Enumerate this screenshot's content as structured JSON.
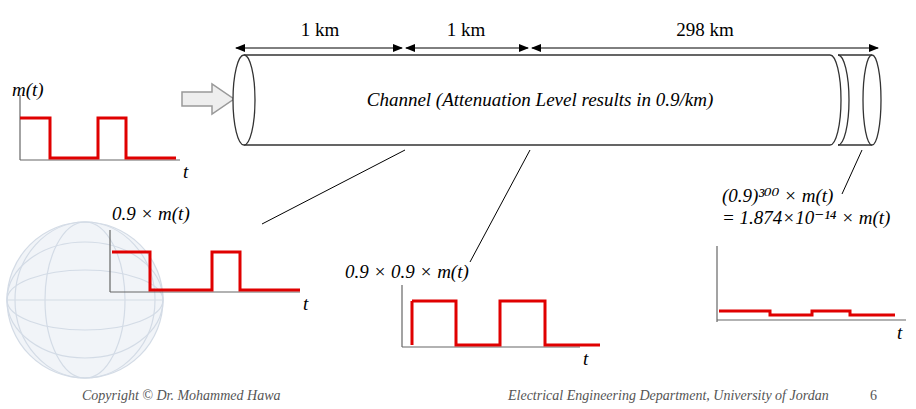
{
  "diagram": {
    "nodes": [
      {
        "text": [
          "Channel (Attenuation Level results in 0.9/km)"
        ]
      }
    ],
    "labels": [
      "m(t)",
      "t",
      "1 km",
      "1 km",
      "298 km",
      "0.9 × m(t)",
      "t",
      "0.9 × 0.9 × m(t)",
      "t",
      "(0.9)³⁰⁰ × m(t)",
      "= 1.874×10⁻¹⁴ × m(t)",
      "t",
      "Copyright © Dr. Mohammed Hawa",
      "Electrical Engineering Department, University of Jordan",
      "6"
    ]
  }
}
